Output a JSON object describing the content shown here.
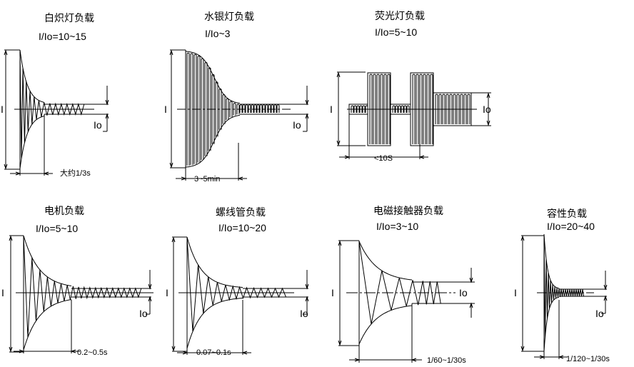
{
  "panels": [
    {
      "id": "incandescent",
      "title": "白炽灯负载",
      "ratio": "I/Io=10~15",
      "time": "大约1/3s",
      "peak_label": "I",
      "steady_label": "Io"
    },
    {
      "id": "mercury",
      "title": "水银灯负载",
      "ratio": "I/Io~3",
      "time": "3~5min",
      "peak_label": "I",
      "steady_label": "Io"
    },
    {
      "id": "fluorescent",
      "title": "荧光灯负载",
      "ratio": "I/Io=5~10",
      "time": "<10S",
      "peak_label": "I",
      "steady_label": "Io"
    },
    {
      "id": "motor",
      "title": "电机负载",
      "ratio": "I/Io=5~10",
      "time": "0.2~0.5s",
      "peak_label": "I",
      "steady_label": "Io"
    },
    {
      "id": "solenoid",
      "title": "螺线管负载",
      "ratio": "I/Io=10~20",
      "time": "0.07~0.1s",
      "peak_label": "I",
      "steady_label": "Io"
    },
    {
      "id": "contactor",
      "title": "电磁接触器负载",
      "ratio": "I/Io=3~10",
      "time": "1/60~1/30s",
      "peak_label": "I",
      "steady_label": "Io"
    },
    {
      "id": "capacitive",
      "title": "容性负载",
      "ratio": "I/Io=20~40",
      "time": "1/120~1/30s",
      "peak_label": "I",
      "steady_label": "Io"
    }
  ]
}
